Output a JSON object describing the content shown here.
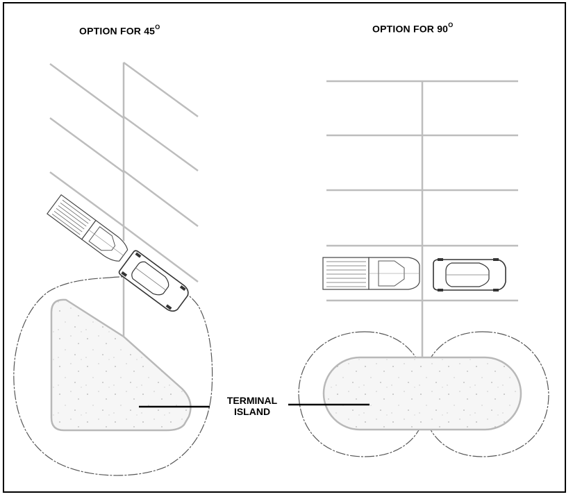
{
  "options": {
    "left": {
      "title": "OPTION FOR 45",
      "degree_mark": "O"
    },
    "right": {
      "title": "OPTION FOR 90",
      "degree_mark": "O"
    }
  },
  "callout": {
    "line1": "TERMINAL",
    "line2": "ISLAND"
  },
  "colors": {
    "stall_lines": "#bdbdbd",
    "outlines": "#333333",
    "island_fill": "#f4f4f4",
    "text": "#000000",
    "frame": "#000000"
  }
}
